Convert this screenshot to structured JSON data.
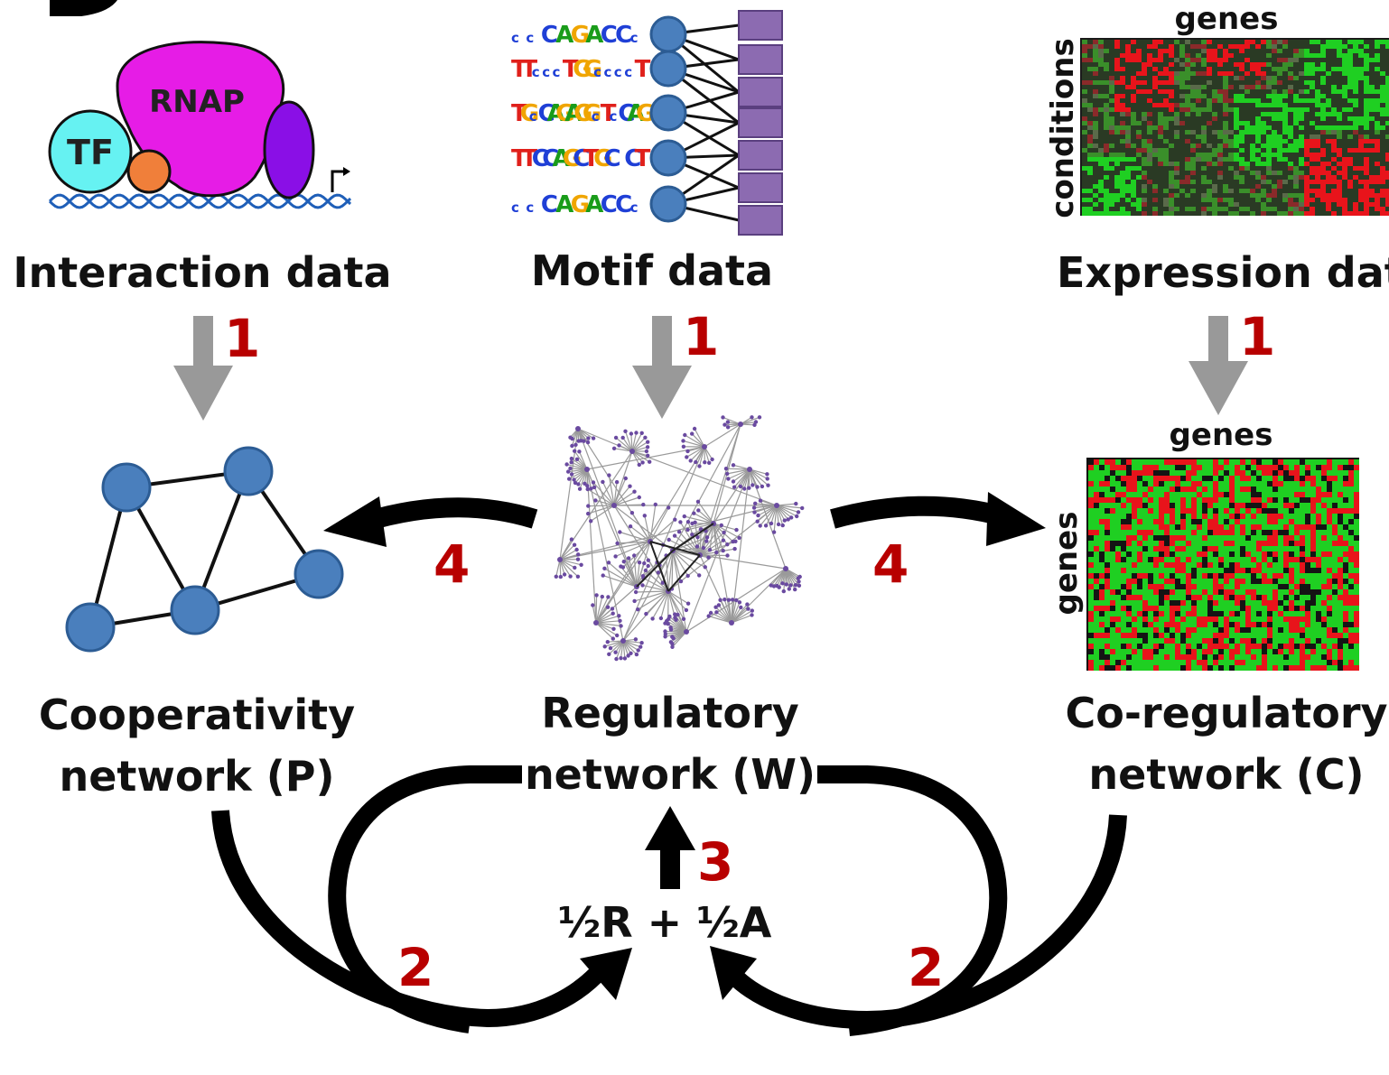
{
  "sources": {
    "interaction": {
      "title": "Interaction data",
      "illustration": {
        "tf_label": "TF",
        "rnap_label": "RNAP"
      }
    },
    "motif": {
      "title": "Motif data",
      "sequences": [
        "ccCAGACCc",
        "TTcccTGGccccT",
        "TGcCAGAGGcTcCAG",
        "TTCCAGCTGC CT",
        "ccCAGACCc"
      ]
    },
    "expression": {
      "title": "Expression data",
      "col_label": "genes",
      "row_label": "conditions"
    }
  },
  "networks": {
    "cooperativity": {
      "title_line1": "Cooperativity",
      "title_line2": "network (P)"
    },
    "regulatory": {
      "title_line1": "Regulatory",
      "title_line2": "network (W)"
    },
    "coregulatory": {
      "title_line1": "Co-regulatory",
      "title_line2": "network (C)",
      "col_label": "genes",
      "row_label": "genes"
    }
  },
  "update_formula": "½R + ½A",
  "steps": {
    "step1_interaction": "1",
    "step1_motif": "1",
    "step1_expression": "1",
    "step2_left": "2",
    "step2_right": "2",
    "step3": "3",
    "step4_left": "4",
    "step4_right": "4"
  },
  "colors": {
    "step_number": "#b80000",
    "down_arrow": "#999999",
    "cycle_arrow": "#000000",
    "node_fill": "#4a7fbd",
    "node_stroke": "#2c5c94",
    "motif_box": "#8c6bb1",
    "heat_red": "#e8141b",
    "heat_green": "#1fcf22",
    "tf_fill": "#66f2f2",
    "rnap_fill": "#e61ce6",
    "cofactor_orange": "#f07f3a",
    "cofactor_violet": "#8a0fe6",
    "dna_color": "#1f5fb8"
  }
}
